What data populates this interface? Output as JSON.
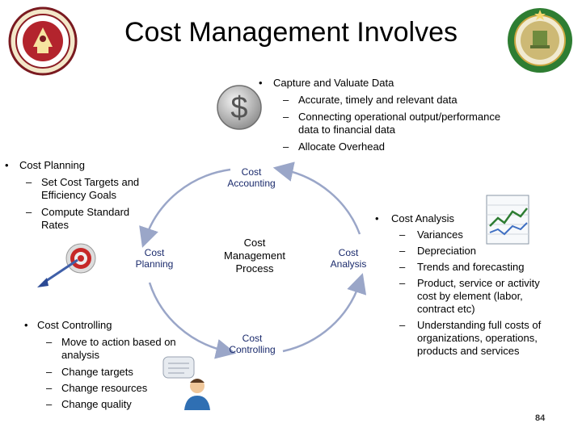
{
  "title": "Cost Management Involves",
  "capture": {
    "heading": "Capture and Valuate Data",
    "items": [
      "Accurate, timely and relevant data",
      "Connecting operational output/performance data to financial data",
      "Allocate Overhead"
    ]
  },
  "planning": {
    "heading": "Cost Planning",
    "items": [
      "Set Cost Targets and Efficiency Goals",
      "Compute Standard Rates"
    ]
  },
  "analysis": {
    "heading": "Cost Analysis",
    "items": [
      "Variances",
      "Depreciation",
      "Trends and forecasting",
      "Product, service or activity cost by element (labor, contract etc)",
      "Understanding full costs of organizations, operations, products and services"
    ]
  },
  "controlling": {
    "heading": "Cost Controlling",
    "items": [
      "Move to action based on analysis",
      "Change targets",
      "Change resources",
      "Change quality"
    ]
  },
  "cycle": {
    "top": "Cost Accounting",
    "left": "Cost Planning",
    "right": "Cost Analysis",
    "bottom": "Cost Controlling",
    "center": "Cost Management Process"
  },
  "page_number": "84",
  "icons": {
    "left_seal": "asa-seal-icon",
    "right_seal": "army-seal-icon",
    "dollar": "dollar-coin-icon",
    "dart": "dart-target-icon",
    "chart": "trend-chart-icon",
    "person": "person-speech-icon"
  },
  "colors": {
    "cycle_arrow": "#9aa6c8",
    "label": "#1a2a6c",
    "seal_left": "#8b1c24",
    "seal_right": "#2e7d32"
  }
}
